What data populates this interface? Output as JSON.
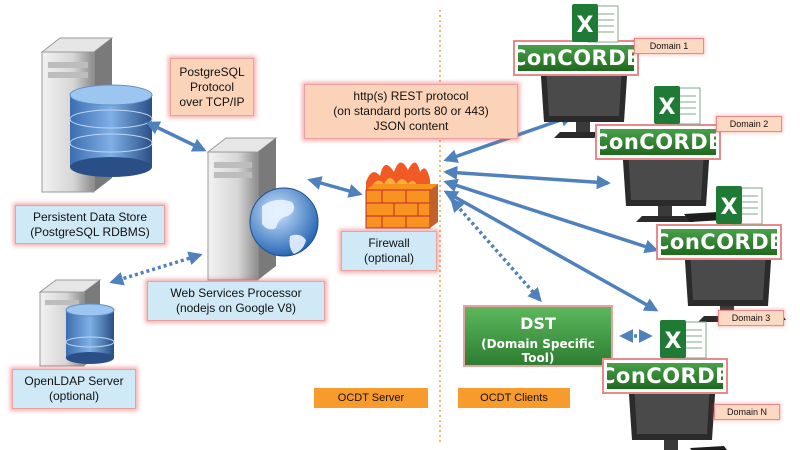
{
  "labels": {
    "postgres_protocol": "PostgreSQL\nProtocol\nover TCP/IP",
    "rest_protocol": "http(s) REST protocol\n(on standard ports 80 or 443)\nJSON content",
    "data_store": "Persistent Data Store\n(PostgreSQL RDBMS)",
    "firewall": "Firewall\n(optional)",
    "web_services": "Web Services Processor\n(nodejs on Google V8)",
    "ldap": "OpenLDAP Server\n(optional)",
    "ocdt_server": "OCDT Server",
    "ocdt_clients": "OCDT Clients"
  },
  "clients": [
    {
      "app": "ConCORDE",
      "domain": "Domain 1"
    },
    {
      "app": "ConCORDE",
      "domain": "Domain 2"
    },
    {
      "app": "ConCORDE",
      "domain": "Domain 3"
    },
    {
      "app": "ConCORDE",
      "domain": "Domain N"
    }
  ],
  "dst": {
    "title": "DST",
    "subtitle": "(Domain Specific Tool)"
  },
  "colors": {
    "arrow": "#4f81bd",
    "divider": "#f0a040",
    "label_orange": "#f79b2d",
    "excel_green": "#1f7a35"
  }
}
